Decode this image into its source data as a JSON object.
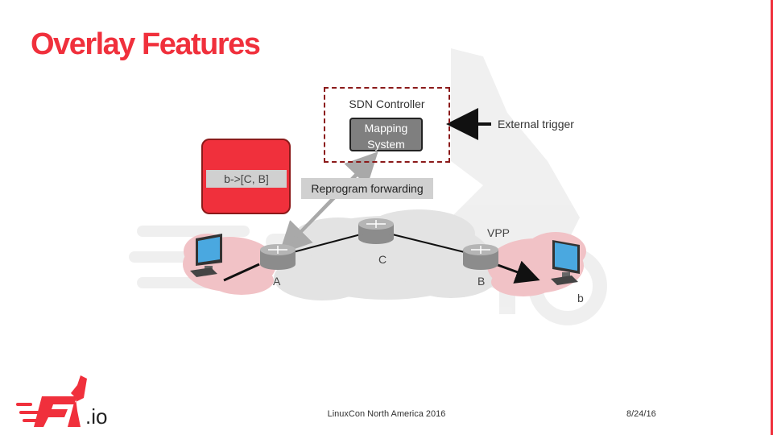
{
  "slide": {
    "title": "Overlay Features",
    "colors": {
      "accent": "#f0303c",
      "dark_red": "#8b1a1a",
      "cloud_gray": "#e3e3e3",
      "cloud_pink": "#f1c2c6"
    }
  },
  "diagram": {
    "controller_label": "SDN Controller",
    "mapping_system": "Mapping System",
    "external_trigger": "External trigger",
    "mapping_entry": "b->[C, B]",
    "reprogram_label": "Reprogram forwarding",
    "vpp_label": "VPP",
    "nodes": {
      "a": "A",
      "b": "B",
      "c": "C",
      "host_b": "b"
    },
    "icons": [
      "router-icon",
      "computer-icon",
      "arrow-icon"
    ]
  },
  "footer": {
    "event": "LinuxCon North America 2016",
    "date": "8/24/16",
    "logo_suffix": ".io"
  }
}
